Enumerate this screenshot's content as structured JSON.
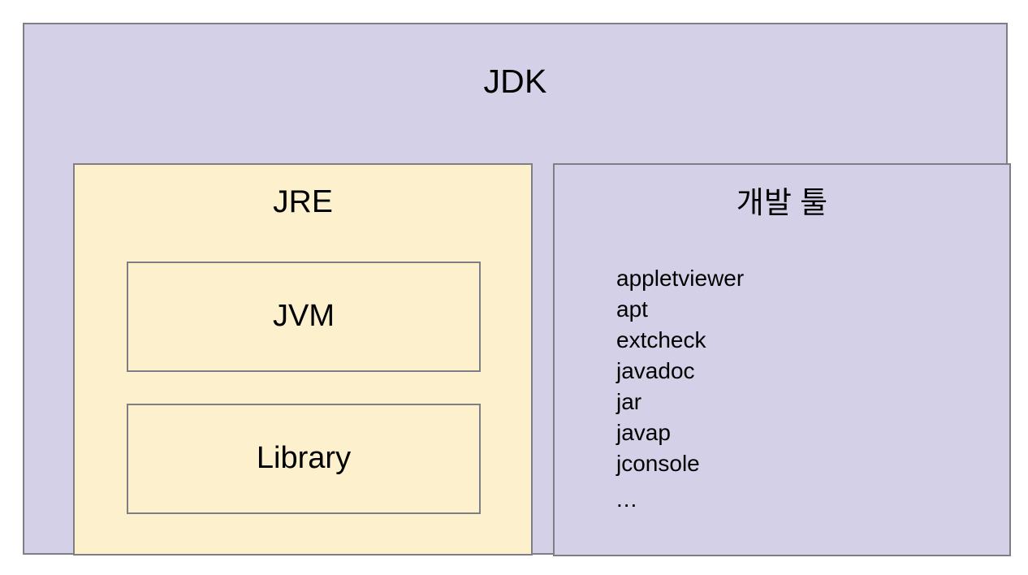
{
  "diagram": {
    "title": "JDK",
    "colors": {
      "outer_fill": "#d4d0e7",
      "jre_fill": "#fcf0cd",
      "border": "#7e7e85",
      "text": "#000000",
      "page_background": "#ffffff"
    },
    "jre": {
      "title": "JRE",
      "jvm": {
        "title": "JVM"
      },
      "library": {
        "title": "Library"
      }
    },
    "dev_tools": {
      "title": "개발 툴",
      "items": [
        "appletviewer",
        "apt",
        "extcheck",
        "javadoc",
        "jar",
        "javap",
        "jconsole"
      ],
      "more_indicator": "..."
    }
  }
}
